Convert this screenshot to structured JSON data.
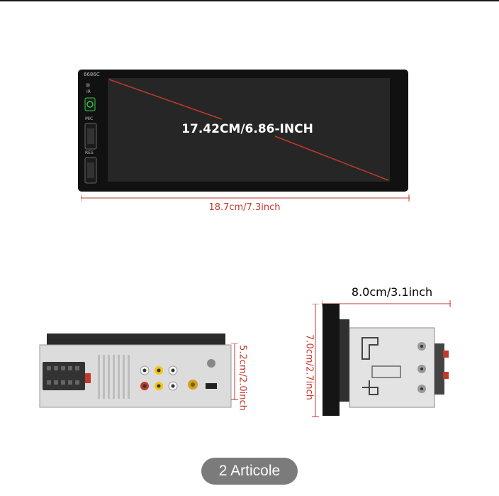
{
  "product": {
    "model_label": "6686C",
    "diagonal_label": "17.42CM/6.86-INCH",
    "width_front_label": "18.7cm/7.3inch",
    "height_back_label": "5.2cm/2.0inch",
    "depth_label": "8.0cm/3.1inch",
    "height_side_label": "7.0cm/2.7inch",
    "mic_label": "MIC",
    "res_label": "RES",
    "ir_label": "IR"
  },
  "gallery": {
    "items_badge": "2 Articole"
  },
  "colors": {
    "dimension_red": "#c0392b",
    "power_green": "#2ecc40",
    "screen_dark": "#222222"
  }
}
